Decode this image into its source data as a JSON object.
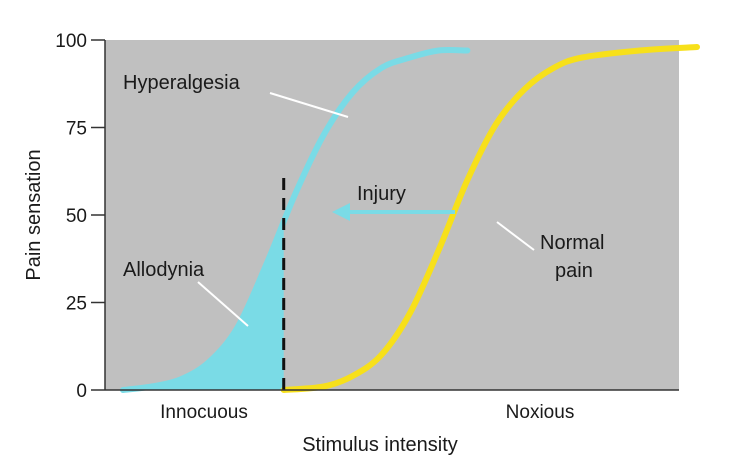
{
  "chart_data": {
    "type": "line",
    "xlabel": "Stimulus intensity",
    "ylabel": "Pain sensation",
    "ylim": [
      0,
      100
    ],
    "yticks": [
      0,
      25,
      50,
      75,
      100
    ],
    "x_categories": [
      "Innocuous",
      "Noxious"
    ],
    "grid": false,
    "background_color": "#c0c0c0",
    "series": [
      {
        "name": "Hyperalgesia",
        "color": "#7adbe6",
        "x": [
          0,
          5,
          10,
          15,
          20,
          25,
          30,
          35,
          40,
          45,
          50,
          55,
          60
        ],
        "values": [
          0,
          1,
          3,
          8,
          18,
          36,
          56,
          73,
          85,
          92,
          95,
          97,
          97
        ]
      },
      {
        "name": "Normal pain",
        "color": "#f7e01a",
        "x": [
          28,
          35,
          40,
          45,
          50,
          55,
          60,
          65,
          70,
          75,
          80,
          90,
          100
        ],
        "values": [
          0,
          1,
          4,
          10,
          22,
          40,
          60,
          76,
          86,
          92,
          95,
          97,
          98
        ]
      }
    ],
    "allodynia_threshold_x": 28,
    "annotations": {
      "hyperalgesia": "Hyperalgesia",
      "allodynia": "Allodynia",
      "injury": "Injury",
      "normal_pain_line1": "Normal",
      "normal_pain_line2": "pain"
    }
  }
}
